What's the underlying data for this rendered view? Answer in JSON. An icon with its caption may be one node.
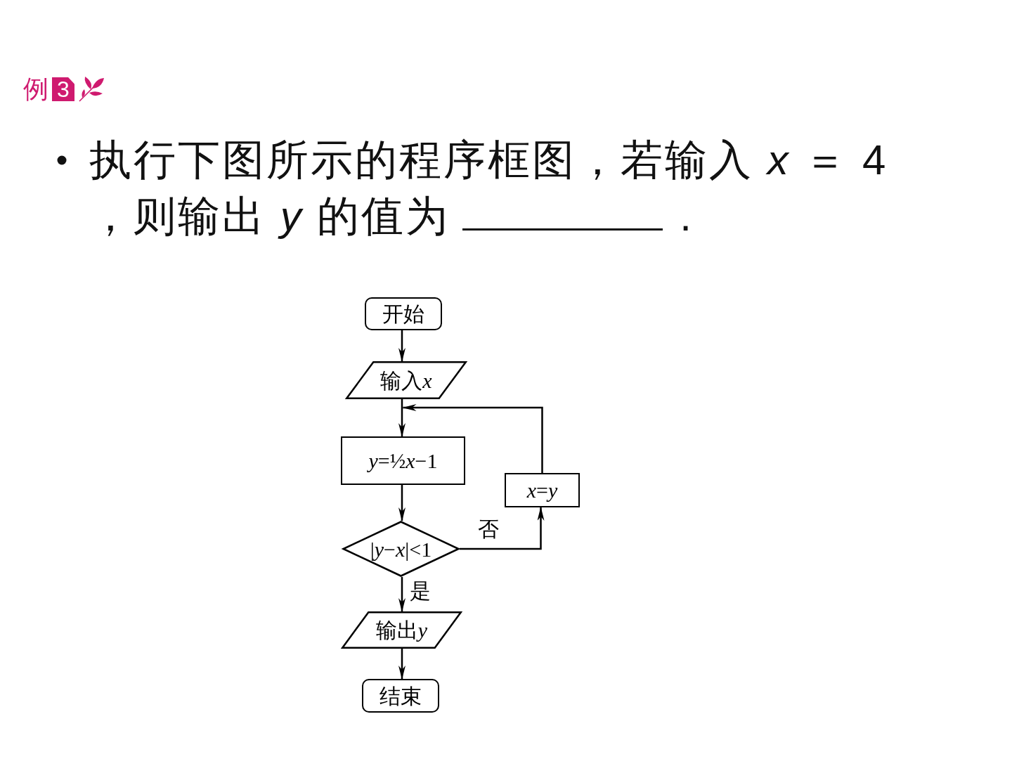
{
  "diagram": {
    "nodes": [
      {
        "text": [
          "开始"
        ]
      },
      {
        "text": [
          "输入x"
        ]
      },
      {
        "text": [
          "y=½x−1"
        ]
      },
      {
        "text": [
          "x=y"
        ]
      },
      {
        "text": [
          "|y−x|<1"
        ]
      },
      {
        "text": [
          "输出y"
        ]
      },
      {
        "text": [
          "结束"
        ]
      }
    ],
    "edges": [
      {
        "from": 0,
        "to": 1,
        "arrow": "to"
      },
      {
        "from": 1,
        "to": 2,
        "arrow": "to"
      },
      {
        "from": 2,
        "to": 4,
        "arrow": "to"
      },
      {
        "from": 4,
        "to": 3,
        "arrow": "to",
        "label": "否"
      },
      {
        "from": 3,
        "to": 2,
        "arrow": "to"
      },
      {
        "from": 4,
        "to": 5,
        "arrow": "to",
        "label": "是"
      },
      {
        "from": 5,
        "to": 6,
        "arrow": "to"
      }
    ],
    "labels": [
      "例",
      "3",
      "执行下图所示的程序框图，若输入 *x* ＝ 4 ，则输出 *y* 的值为",
      "."
    ]
  }
}
